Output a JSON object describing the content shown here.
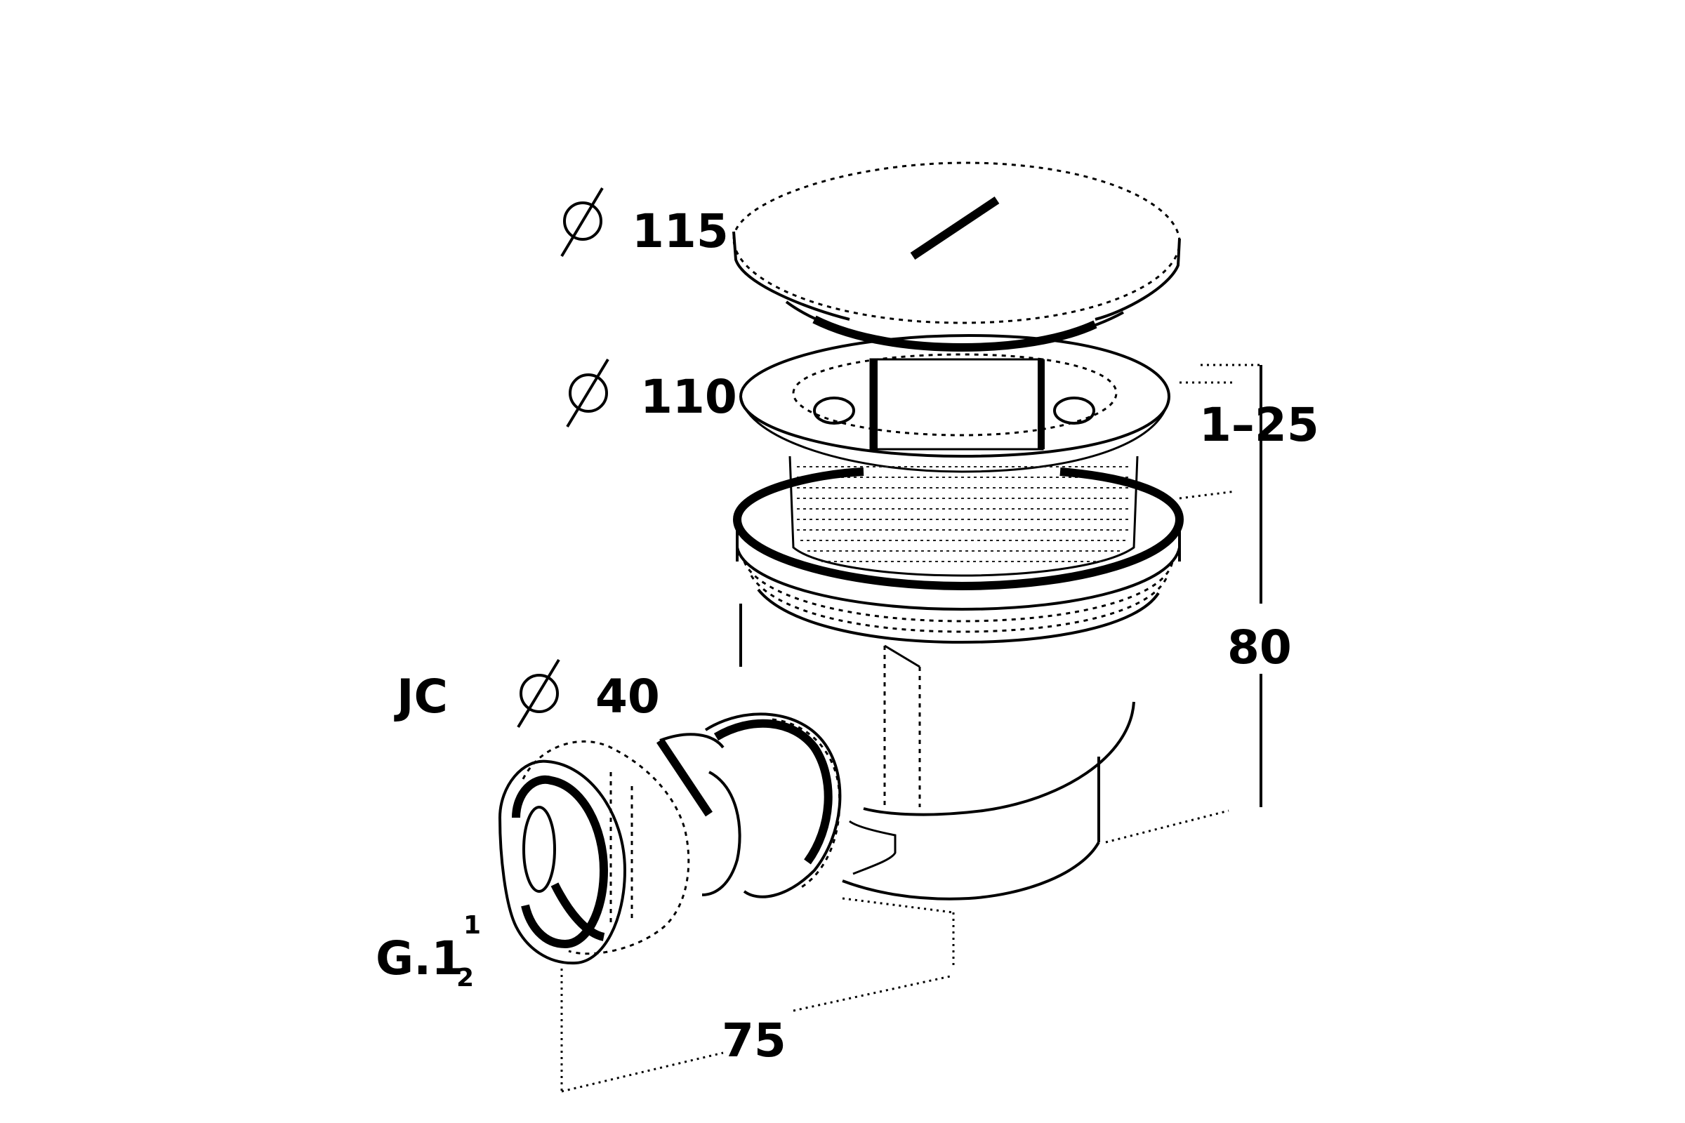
{
  "labels": {
    "cover_diameter": "115",
    "flange_diameter": "110",
    "clamp_range": "1–25",
    "height": "80",
    "outlet_code": "JC",
    "outlet_diameter": "40",
    "thread_prefix": "G.1",
    "thread_numerator": "1",
    "thread_denominator": "2",
    "offset": "75"
  }
}
